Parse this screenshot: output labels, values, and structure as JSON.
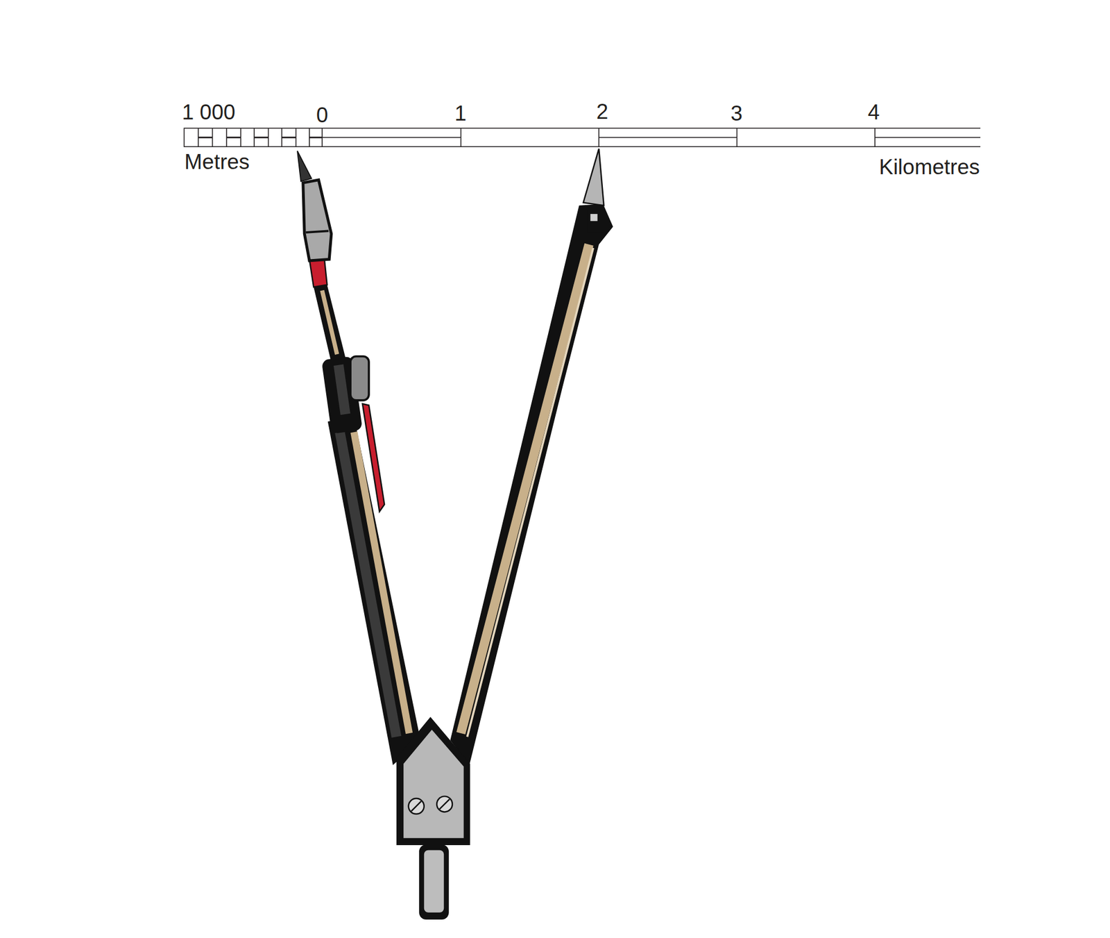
{
  "diagram": {
    "labels": [
      "1 000",
      "0",
      "1",
      "2",
      "3",
      "4",
      "Metres",
      "Kilometres"
    ]
  }
}
